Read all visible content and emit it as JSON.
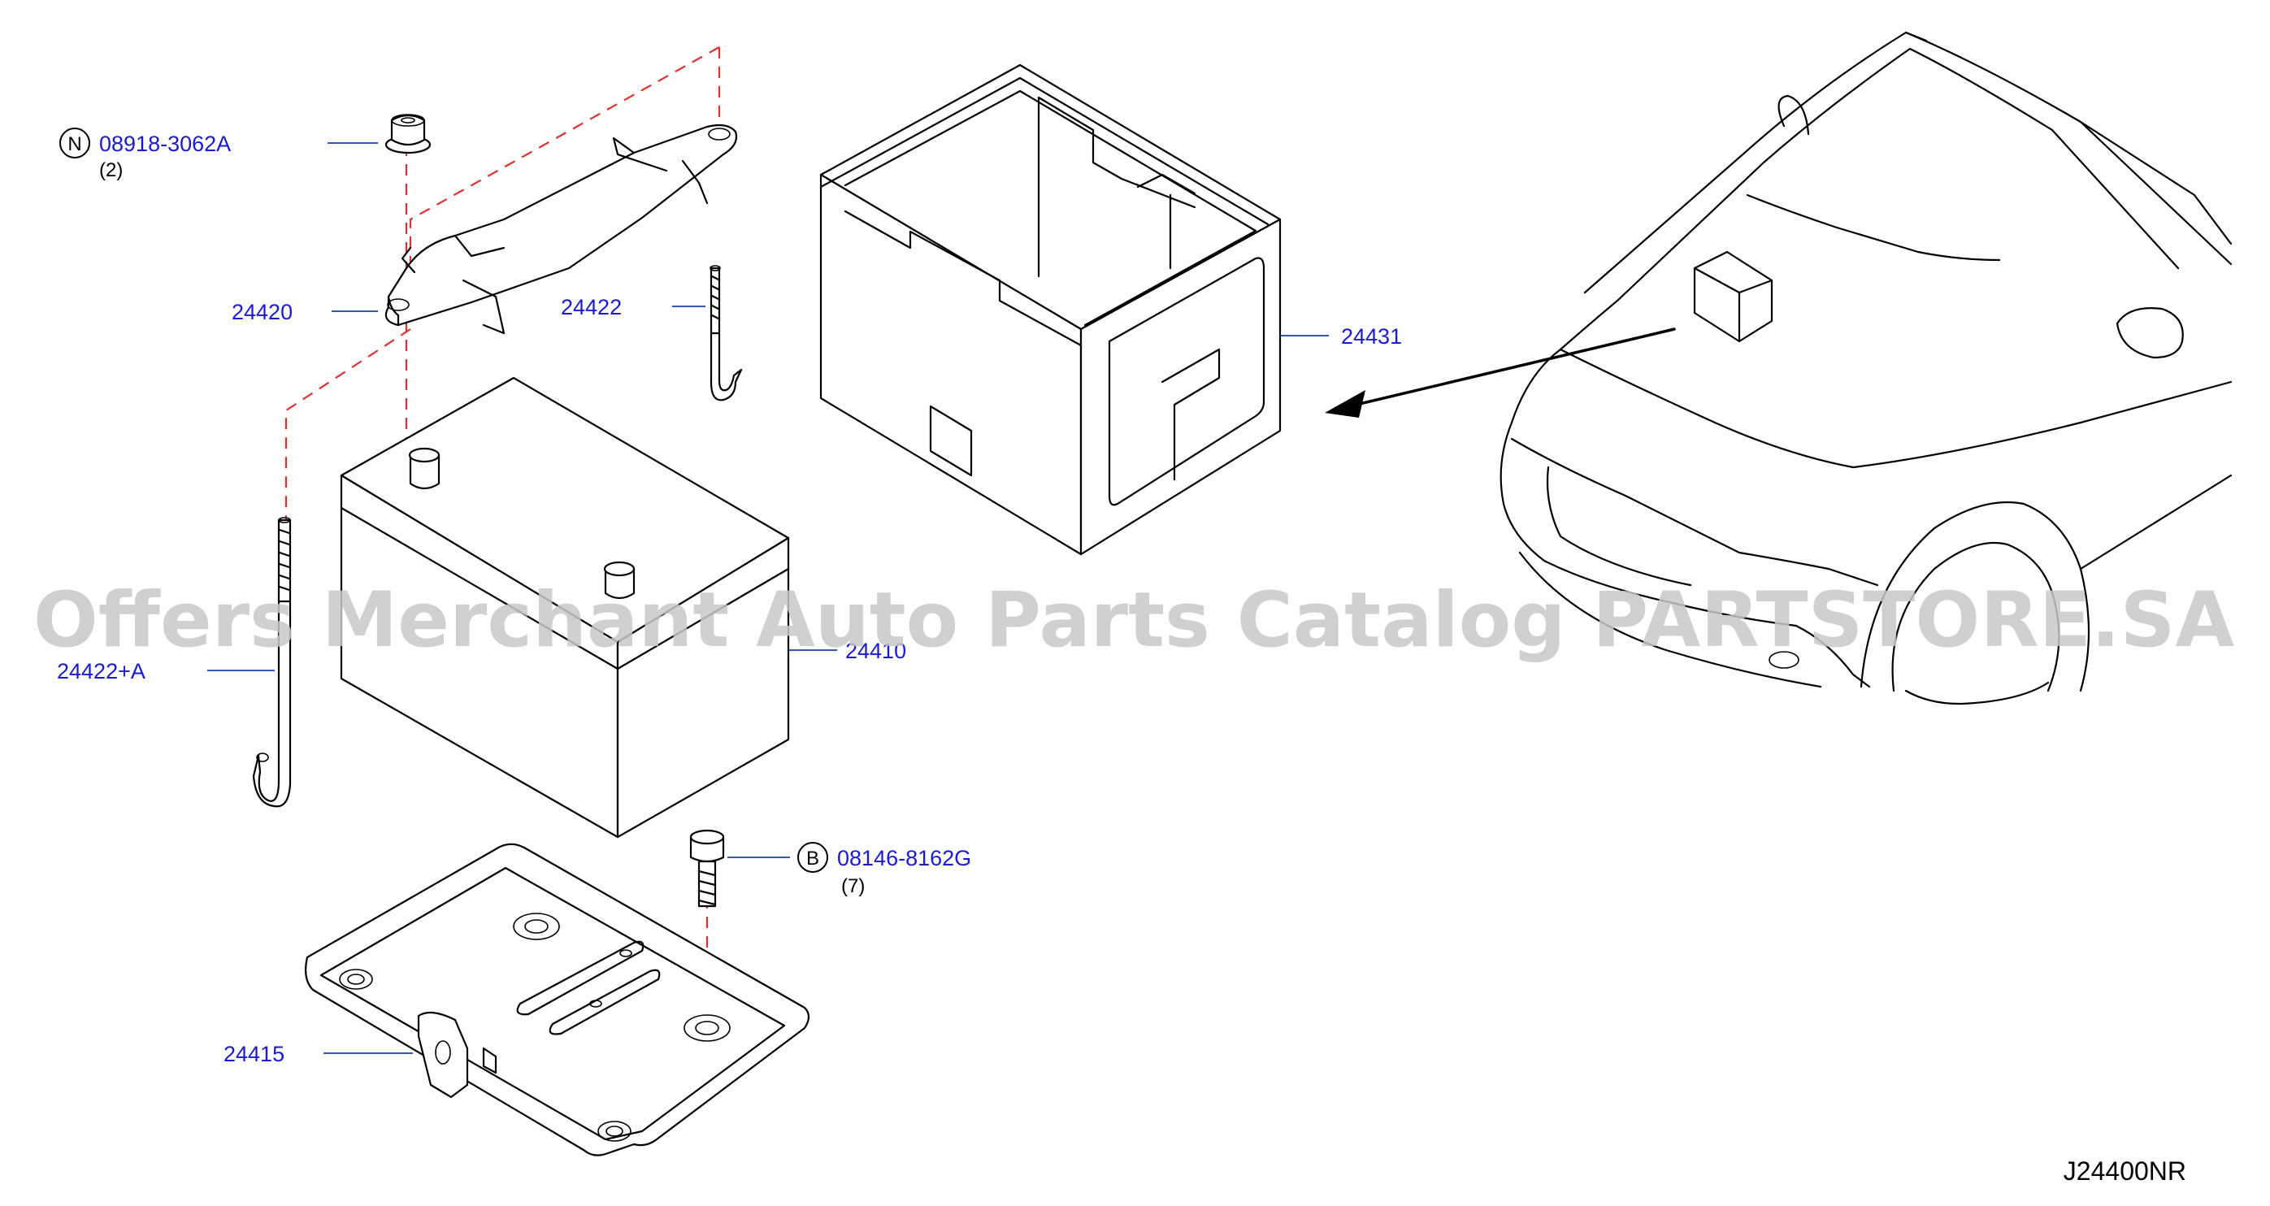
{
  "diagram": {
    "code": "J24400NR",
    "watermark": "Offers Merchant Auto Parts Catalog PARTSTORE.SA",
    "callouts": [
      {
        "id": "n-nut",
        "prefix": "N",
        "number": "08918-3062A",
        "qty": "(2)"
      },
      {
        "id": "b-bolt",
        "prefix": "B",
        "number": "08146-8162G",
        "qty": "(7)"
      }
    ],
    "parts": {
      "frame": "24420",
      "rod_upper": "24422",
      "rod_lower": "24422+A",
      "cover": "24431",
      "battery": "24410",
      "tray": "24415"
    }
  }
}
